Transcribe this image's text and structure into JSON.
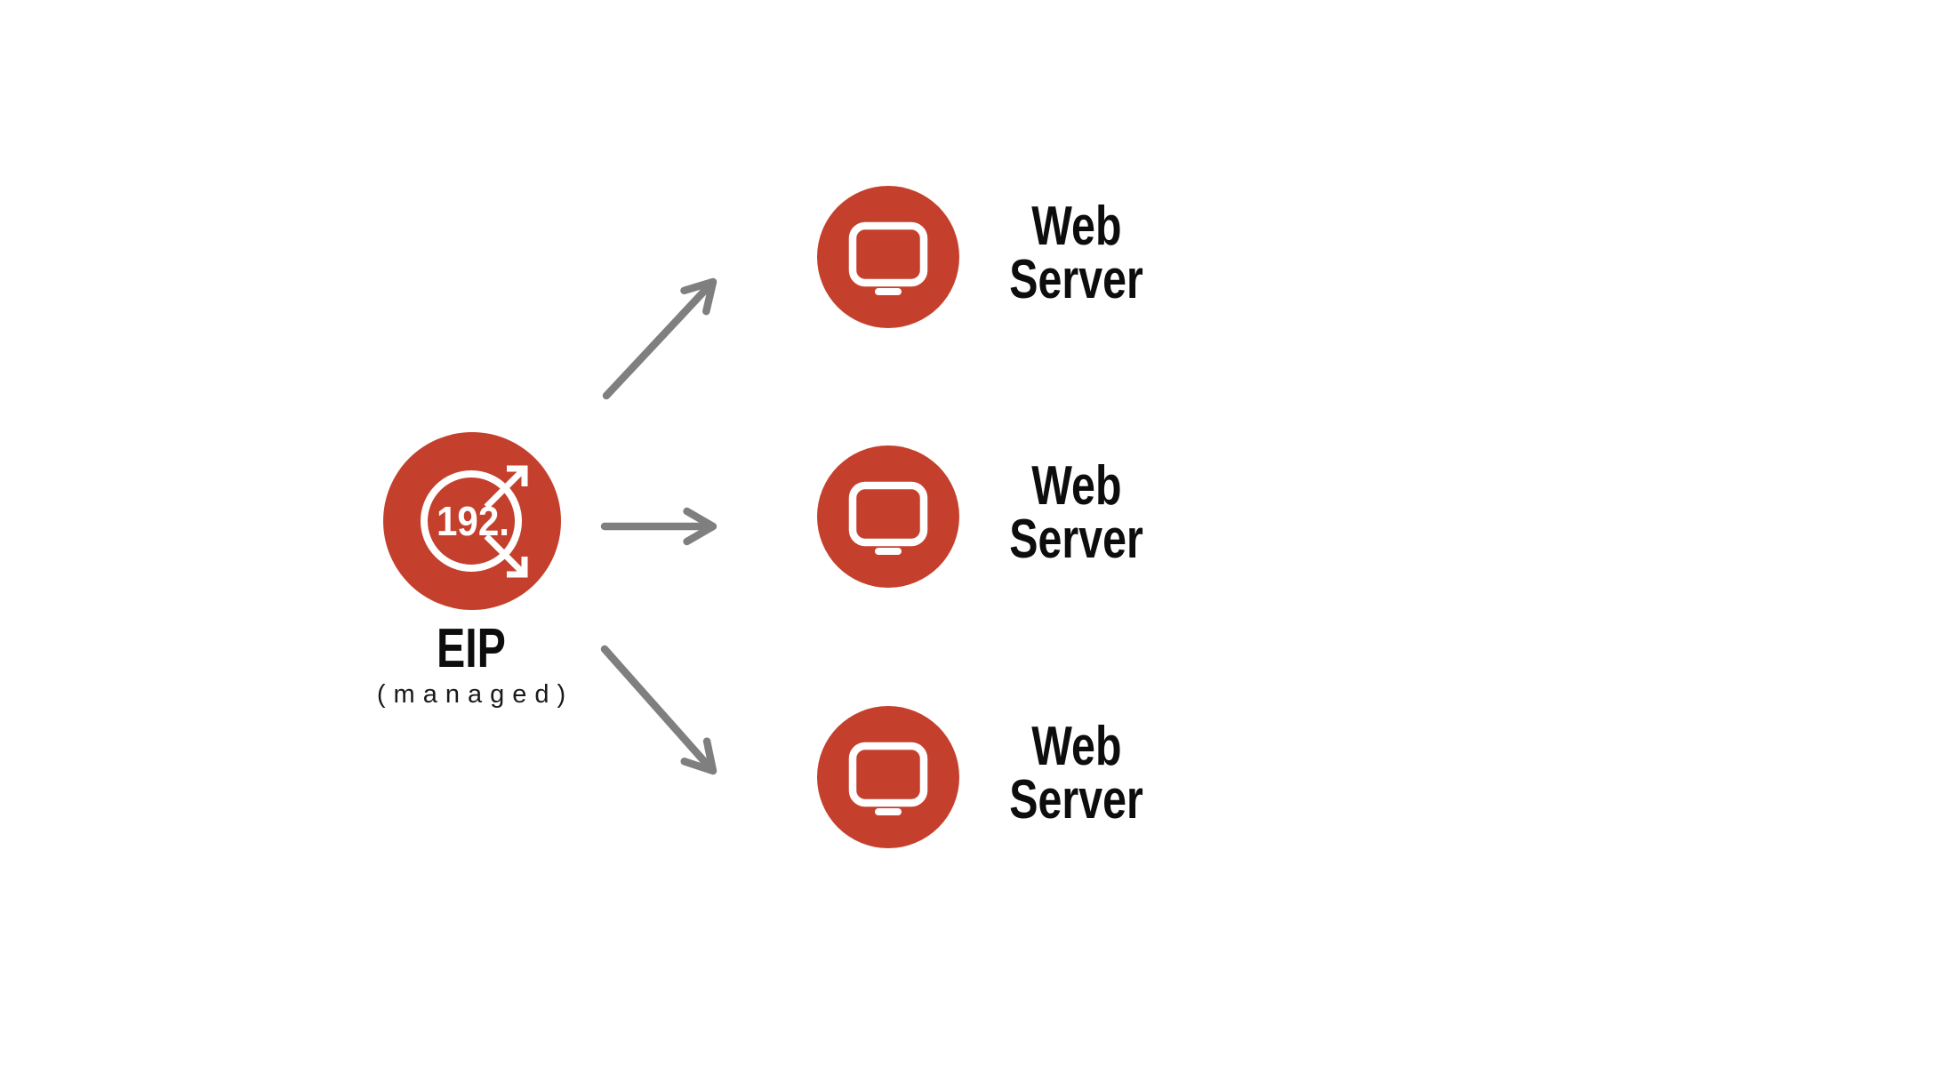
{
  "eip": {
    "label": "EIP",
    "sublabel": "(managed)",
    "icon_text": "192."
  },
  "servers": [
    {
      "line1": "Web",
      "line2": "Server"
    },
    {
      "line1": "Web",
      "line2": "Server"
    },
    {
      "line1": "Web",
      "line2": "Server"
    }
  ],
  "colors": {
    "node_red": "#c4402d",
    "arrow_gray": "#7f7f7f",
    "icon_white": "#ffffff",
    "text_black": "#0d0d0d"
  }
}
